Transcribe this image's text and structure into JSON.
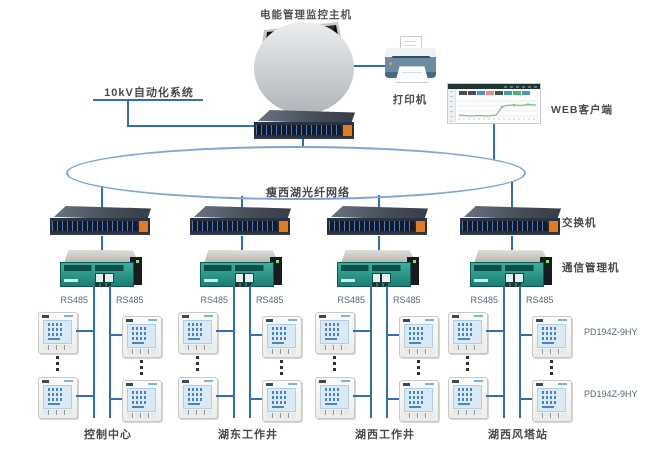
{
  "labels": {
    "host": "电能管理监控主机",
    "printer": "打印机",
    "web_client": "WEB客户端",
    "scada": "10kV自动化系统",
    "ring": "瘦西湖光纤网络",
    "switch": "交换机",
    "gateway": "通信管理机",
    "meter_model_top": "PD194Z-9HY",
    "meter_model_bottom": "PD194Z-9HY"
  },
  "groups": [
    {
      "station": "控制中心",
      "rs485_left": "RS485",
      "rs485_right": "RS485"
    },
    {
      "station": "湖东工作井",
      "rs485_left": "RS485",
      "rs485_right": "RS485"
    },
    {
      "station": "湖西工作井",
      "rs485_left": "RS485",
      "rs485_right": "RS485"
    },
    {
      "station": "湖西风塔站",
      "rs485_left": "RS485",
      "rs485_right": "RS485"
    }
  ],
  "icons": {
    "host": "desktop-monitor-icon",
    "printer": "printer-icon",
    "web_client": "browser-dashboard-icon",
    "switch": "network-switch-icon",
    "gateway": "serial-gateway-icon",
    "meter": "power-meter-icon",
    "more": "ellipsis-dots-icon"
  },
  "colors": {
    "connection_line": "#2f6fba",
    "fiber_ring": "#7ba7d7",
    "switch_badge": "#e8791e",
    "gateway_front": "#2a9c8e",
    "meter_lcd": "#d9e9f6",
    "web_client_buttons": [
      "#4a4f54",
      "#4a4f54",
      "#4e8fd6",
      "#ef8a75",
      "#4a4f54",
      "#35a79f",
      "#53b657",
      "#4e8fd6"
    ],
    "web_client_chart_line": "#7cc47f"
  }
}
